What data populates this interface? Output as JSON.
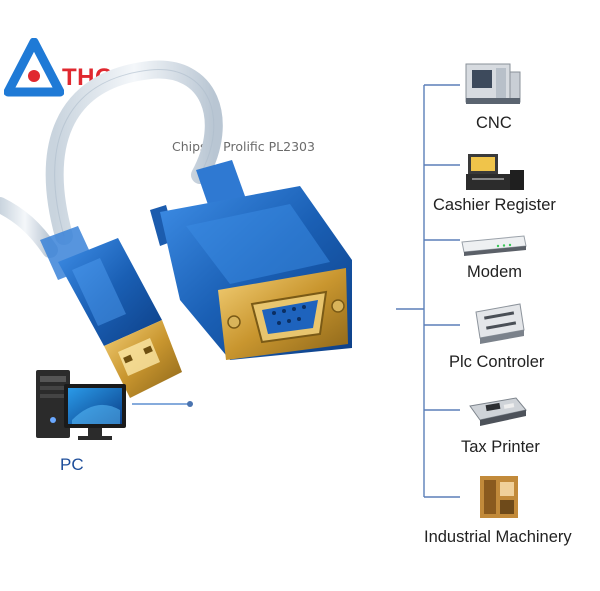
{
  "logo": {
    "text": "THC"
  },
  "chipset_label": "Chipset Prolific PL2303",
  "pc": {
    "label": "PC",
    "icon": "desktop-computer-icon"
  },
  "devices": [
    {
      "label": "CNC",
      "icon": "cnc-machine-icon"
    },
    {
      "label": "Cashier Register",
      "icon": "cash-register-icon"
    },
    {
      "label": "Modem",
      "icon": "modem-icon"
    },
    {
      "label": "Plc Controler",
      "icon": "plc-controller-icon"
    },
    {
      "label": "Tax Printer",
      "icon": "tax-printer-icon"
    },
    {
      "label": "Industrial Machinery",
      "icon": "industrial-machine-icon"
    }
  ],
  "colors": {
    "brand_blue": "#1f7ad6",
    "brand_red": "#e0282f",
    "cable_blue": "#1a5fb4",
    "line_blue": "#4a74b0"
  }
}
